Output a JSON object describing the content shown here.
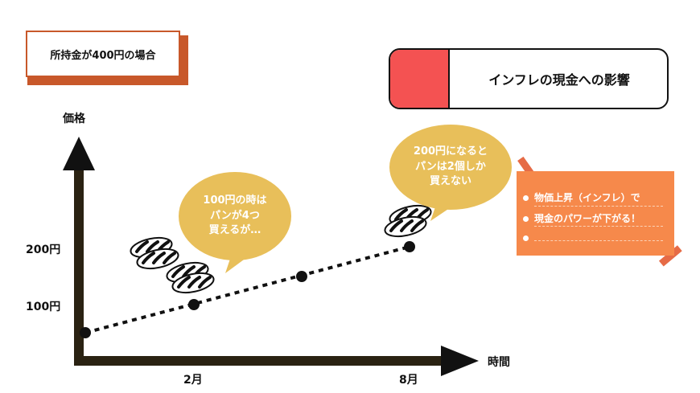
{
  "condition_label": "所持金が400円の場合",
  "title": "インフレの現金への影響",
  "axes": {
    "y_label": "価格",
    "x_label": "時間",
    "y_ticks": [
      "200円",
      "100円"
    ],
    "x_ticks": [
      "2月",
      "8月"
    ]
  },
  "bubble_feb": {
    "line1": "100円の時は",
    "line2": "パンが4つ",
    "line3": "買えるが…"
  },
  "bubble_aug": {
    "line1": "200円になると",
    "line2": "パンは2個しか",
    "line3": "買えない"
  },
  "note": {
    "line1": "物価上昇（インフレ）で",
    "line2": "現金のパワーが下がる！"
  },
  "colors": {
    "title_accent": "#f45252",
    "bubble": "#e8bf5a",
    "note": "#f6894b",
    "label_border": "#c8582a",
    "axis": "#2a2212"
  },
  "icons": [
    "bread-loaf-icon"
  ],
  "price_trend": {
    "type": "line",
    "points": 4,
    "style": "dotted",
    "direction": "rising"
  }
}
